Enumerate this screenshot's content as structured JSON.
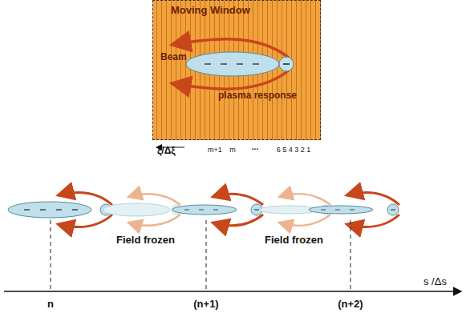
{
  "diagram": {
    "nodes": [
      {
        "text": [
          "Moving Window"
        ]
      }
    ],
    "labels": [
      "Beam",
      "plasma response",
      "ξ/Δξ",
      "m+1",
      "m",
      "...",
      "6 5 4 3 2 1",
      "Field frozen",
      "Field frozen",
      "n",
      "(n+1)",
      "(n+2)",
      "s /Δs"
    ]
  }
}
